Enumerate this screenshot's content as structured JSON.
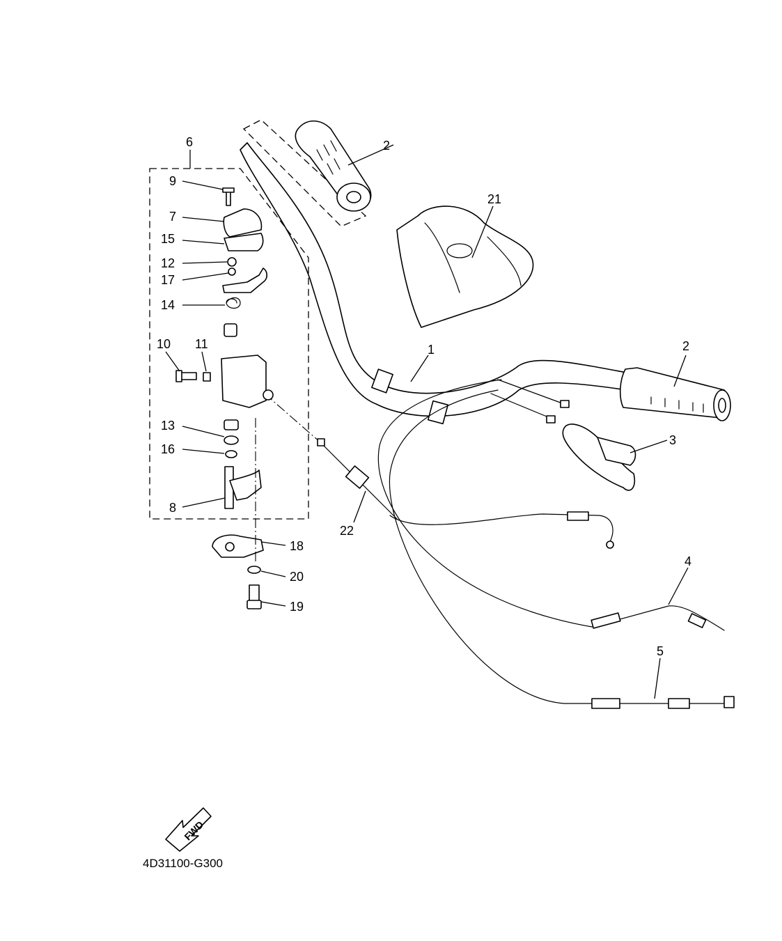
{
  "callouts": [
    {
      "id": "c1",
      "label": "1"
    },
    {
      "id": "c2a",
      "label": "2"
    },
    {
      "id": "c2b",
      "label": "2"
    },
    {
      "id": "c3",
      "label": "3"
    },
    {
      "id": "c4",
      "label": "4"
    },
    {
      "id": "c5",
      "label": "5"
    },
    {
      "id": "c6",
      "label": "6"
    },
    {
      "id": "c7",
      "label": "7"
    },
    {
      "id": "c8",
      "label": "8"
    },
    {
      "id": "c9",
      "label": "9"
    },
    {
      "id": "c10",
      "label": "10"
    },
    {
      "id": "c11",
      "label": "11"
    },
    {
      "id": "c12",
      "label": "12"
    },
    {
      "id": "c13",
      "label": "13"
    },
    {
      "id": "c14",
      "label": "14"
    },
    {
      "id": "c15",
      "label": "15"
    },
    {
      "id": "c16",
      "label": "16"
    },
    {
      "id": "c17",
      "label": "17"
    },
    {
      "id": "c18",
      "label": "18"
    },
    {
      "id": "c19",
      "label": "19"
    },
    {
      "id": "c20",
      "label": "20"
    },
    {
      "id": "c21",
      "label": "21"
    },
    {
      "id": "c22",
      "label": "22"
    }
  ],
  "direction_marker": "FWD",
  "drawing_code": "4D31100-G300"
}
